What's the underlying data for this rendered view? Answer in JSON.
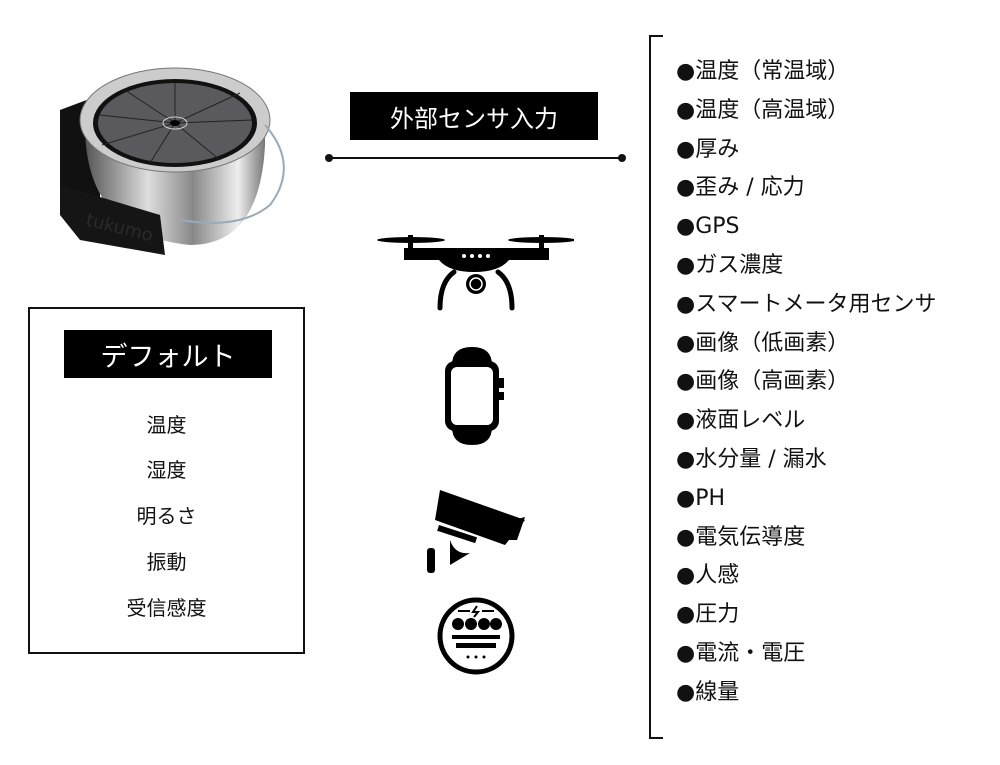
{
  "device": {
    "brand": "tukumo"
  },
  "external": {
    "label": "外部センサ入力",
    "icons": [
      "drone-icon",
      "smartwatch-icon",
      "security-camera-icon",
      "electric-meter-icon"
    ]
  },
  "default": {
    "title": "デフォルト",
    "items": [
      "温度",
      "湿度",
      "明るさ",
      "振動",
      "受信感度"
    ]
  },
  "sensors": [
    "●温度（常温域）",
    "●温度（高温域）",
    "●厚み",
    "●歪み / 応力",
    "●GPS",
    "●ガス濃度",
    "●スマートメータ用センサ",
    "●画像（低画素）",
    "●画像（高画素）",
    "●液面レベル",
    "●水分量 / 漏水",
    "●PH",
    "●電気伝導度",
    "●人感",
    "●圧力",
    "●電流・電圧",
    "●線量"
  ]
}
